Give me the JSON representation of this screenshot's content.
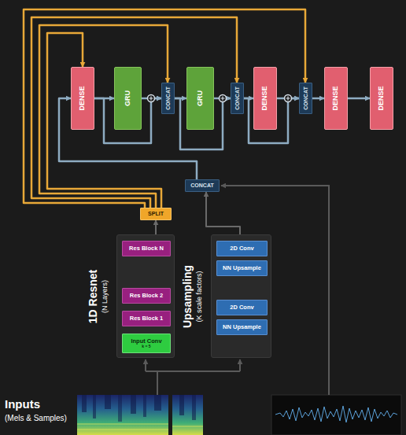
{
  "diagram": {
    "nodes": [
      {
        "text": [
          "DENSE"
        ]
      },
      {
        "text": [
          "GRU"
        ]
      },
      {
        "text": [
          "CONCAT"
        ]
      },
      {
        "text": [
          "GRU"
        ]
      },
      {
        "text": [
          "CONCAT"
        ]
      },
      {
        "text": [
          "DENSE"
        ]
      },
      {
        "text": [
          "CONCAT"
        ]
      },
      {
        "text": [
          "DENSE"
        ]
      },
      {
        "text": [
          "DENSE"
        ]
      },
      {
        "text": [
          "CONCAT"
        ]
      },
      {
        "text": [
          "SPLIT"
        ]
      },
      {
        "text": [
          "1D Resnet",
          "(N Layers)"
        ]
      },
      {
        "text": [
          "Res Block N"
        ],
        "in": 11
      },
      {
        "text": [
          "Res Block 2"
        ],
        "in": 11
      },
      {
        "text": [
          "Res Block 1"
        ],
        "in": 11
      },
      {
        "text": [
          "Input Conv",
          "k = 5"
        ],
        "in": 11
      },
      {
        "text": [
          "Upsampling",
          "(K scale factors)"
        ]
      },
      {
        "text": [
          "2D Conv"
        ],
        "in": 16
      },
      {
        "text": [
          "NN Upsample"
        ],
        "in": 16
      },
      {
        "text": [
          "2D Conv"
        ],
        "in": 16
      },
      {
        "text": [
          "NN Upsample"
        ],
        "in": 16
      }
    ],
    "edges": [
      {
        "from": 0,
        "to": 1,
        "arrow": "to"
      },
      {
        "from": 1,
        "to": 2,
        "arrow": "to"
      },
      {
        "from": 0,
        "to": 2,
        "arrow": "to"
      },
      {
        "from": 2,
        "to": 3,
        "arrow": "to"
      },
      {
        "from": 3,
        "to": 4,
        "arrow": "to"
      },
      {
        "from": 2,
        "to": 4,
        "arrow": "to"
      },
      {
        "from": 4,
        "to": 5,
        "arrow": "to"
      },
      {
        "from": 5,
        "to": 6,
        "arrow": "to"
      },
      {
        "from": 4,
        "to": 6,
        "arrow": "to"
      },
      {
        "from": 6,
        "to": 7,
        "arrow": "to"
      },
      {
        "from": 7,
        "to": 8,
        "arrow": "to"
      },
      {
        "from": 9,
        "to": 0,
        "arrow": "to"
      },
      {
        "from": 10,
        "to": 0,
        "arrow": "to"
      },
      {
        "from": 10,
        "to": 2,
        "arrow": "to"
      },
      {
        "from": 10,
        "to": 4,
        "arrow": "to"
      },
      {
        "from": 10,
        "to": 6,
        "arrow": "to"
      },
      {
        "from": 11,
        "to": 10,
        "arrow": "to"
      },
      {
        "from": 16,
        "to": 9,
        "arrow": "to"
      }
    ],
    "labels": [
      "Inputs",
      "(Mels & Samples)"
    ]
  }
}
